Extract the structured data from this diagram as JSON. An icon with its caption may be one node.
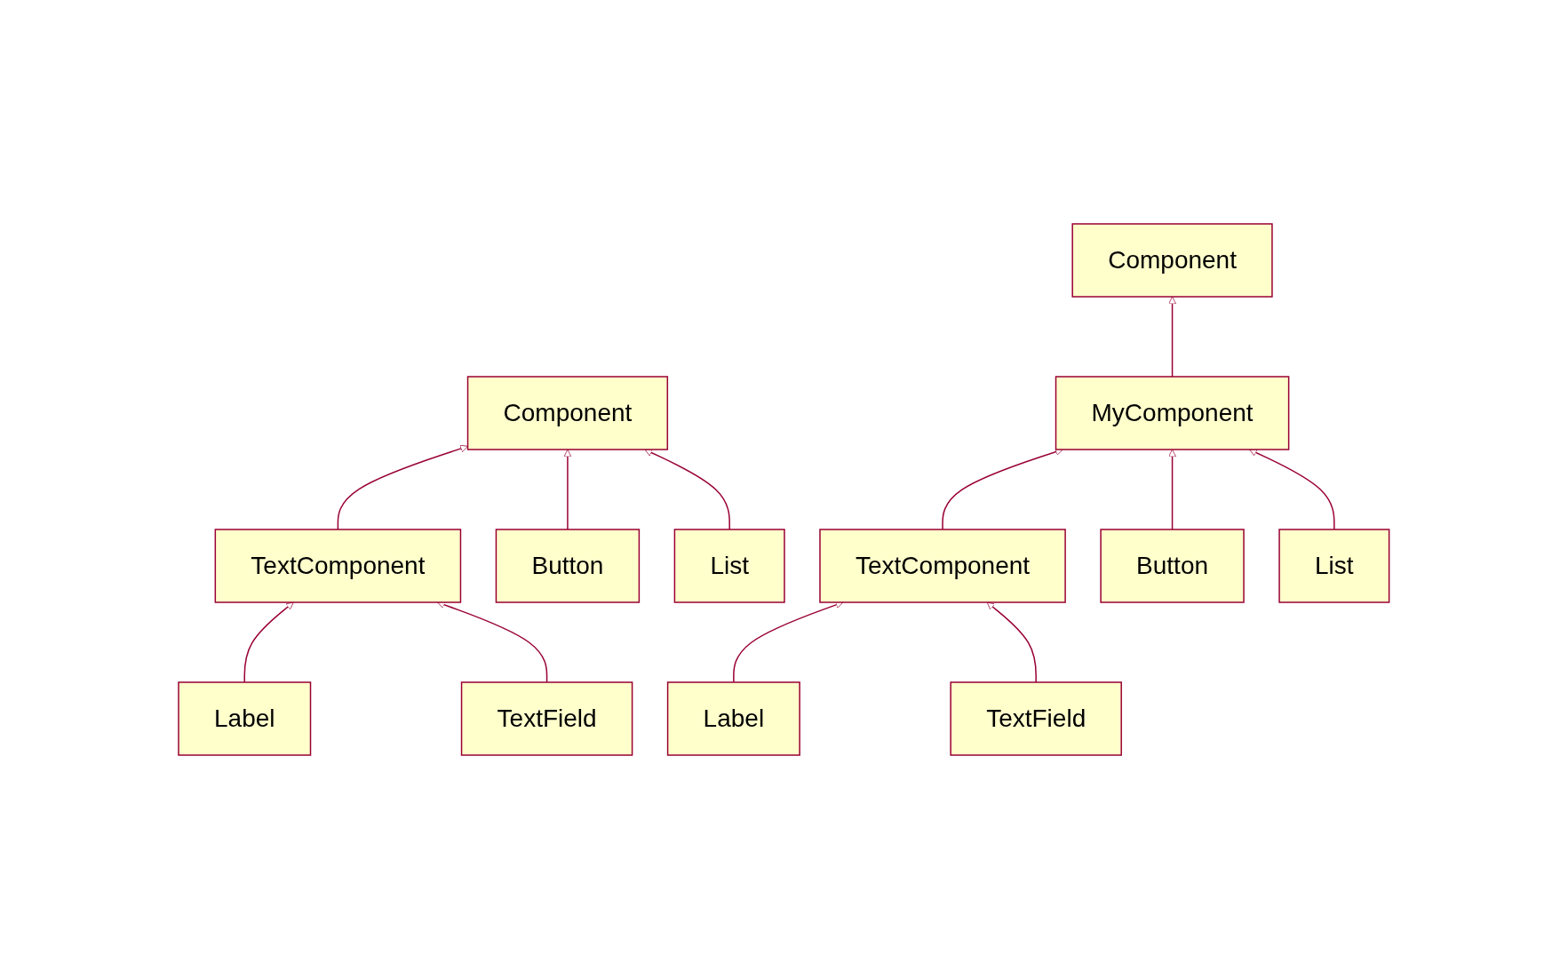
{
  "diagram": {
    "nodes": [
      {
        "text": [
          "Component"
        ]
      },
      {
        "text": [
          "TextComponent"
        ]
      },
      {
        "text": [
          "Button"
        ]
      },
      {
        "text": [
          "List"
        ]
      },
      {
        "text": [
          "Label"
        ]
      },
      {
        "text": [
          "TextField"
        ]
      },
      {
        "text": [
          "Component"
        ]
      },
      {
        "text": [
          "MyComponent"
        ]
      },
      {
        "text": [
          "TextComponent"
        ]
      },
      {
        "text": [
          "Button"
        ]
      },
      {
        "text": [
          "List"
        ]
      },
      {
        "text": [
          "Label"
        ]
      },
      {
        "text": [
          "TextField"
        ]
      }
    ],
    "edges": [
      {
        "from": 1,
        "to": 0,
        "arrow": "to"
      },
      {
        "from": 2,
        "to": 0,
        "arrow": "to"
      },
      {
        "from": 3,
        "to": 0,
        "arrow": "to"
      },
      {
        "from": 4,
        "to": 1,
        "arrow": "to"
      },
      {
        "from": 5,
        "to": 1,
        "arrow": "to"
      },
      {
        "from": 7,
        "to": 6,
        "arrow": "to"
      },
      {
        "from": 8,
        "to": 7,
        "arrow": "to"
      },
      {
        "from": 9,
        "to": 7,
        "arrow": "to"
      },
      {
        "from": 10,
        "to": 7,
        "arrow": "to"
      },
      {
        "from": 11,
        "to": 8,
        "arrow": "to"
      },
      {
        "from": 12,
        "to": 8,
        "arrow": "to"
      }
    ]
  }
}
